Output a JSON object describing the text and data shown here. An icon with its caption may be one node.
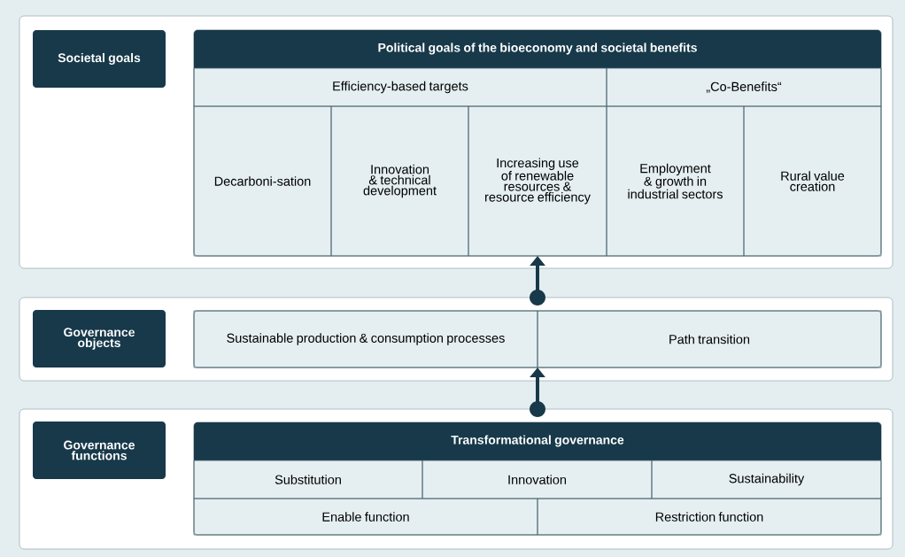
{
  "diagram": {
    "nodes": [
      {
        "text": [],
        "shape": "box"
      },
      {
        "text": [
          "Societal goals"
        ],
        "in": 0
      },
      {
        "text": [
          "Political goals of the bioeconomy and societal benefits"
        ],
        "in": 0
      },
      {
        "text": [
          "Efficiency-based targets"
        ],
        "in": 2
      },
      {
        "text": [
          "„Co-Benefits“"
        ],
        "in": 2
      },
      {
        "text": [
          "Decarboni-sation"
        ],
        "in": 2
      },
      {
        "text": [
          "Innovation & technical development"
        ],
        "in": 2
      },
      {
        "text": [
          "Increasing use of renewable resources & resource efficiency"
        ],
        "in": 2
      },
      {
        "text": [
          "Employment & growth in industrial sectors"
        ],
        "in": 2
      },
      {
        "text": [
          "Rural value creation"
        ],
        "in": 2
      },
      {
        "text": [],
        "shape": "box"
      },
      {
        "text": [
          "Governance objects"
        ],
        "in": 10
      },
      {
        "text": [],
        "shape": "box",
        "in": 10
      },
      {
        "text": [
          "Sustainable production & consumption processes"
        ],
        "in": 12
      },
      {
        "text": [
          "Path transition"
        ],
        "in": 12
      },
      {
        "text": [],
        "shape": "box"
      },
      {
        "text": [
          "Governance functions"
        ],
        "in": 15
      },
      {
        "text": [
          "Transformational governance"
        ],
        "in": 15
      },
      {
        "text": [
          "Substitution"
        ],
        "in": 17
      },
      {
        "text": [
          "Innovation"
        ],
        "in": 17
      },
      {
        "text": [
          "Sustainability"
        ],
        "in": 17
      },
      {
        "text": [
          "Enable function"
        ],
        "in": 17
      },
      {
        "text": [
          "Restriction function"
        ],
        "in": 17
      }
    ],
    "edges": [
      {
        "from": 10,
        "to": 2,
        "arrow": "to"
      },
      {
        "from": 15,
        "to": 12,
        "arrow": "to"
      }
    ]
  }
}
